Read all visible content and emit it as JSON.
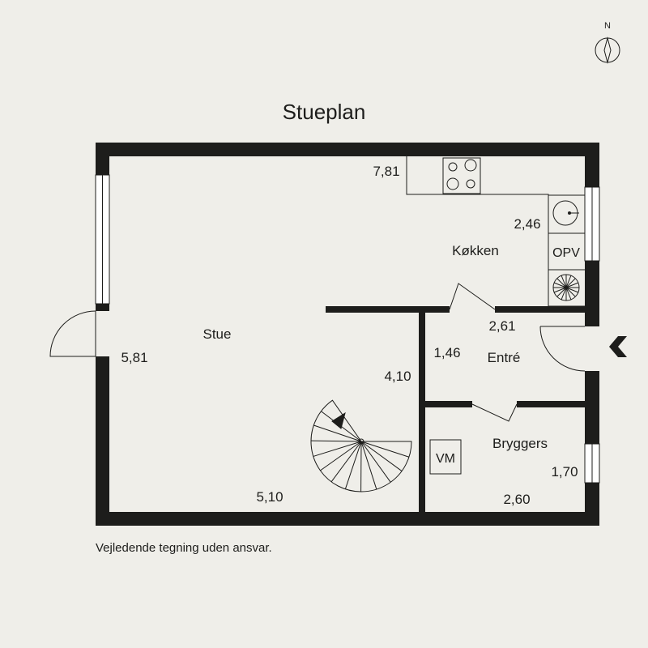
{
  "title": "Stueplan",
  "disclaimer": "Vejledende tegning uden ansvar.",
  "compass": {
    "north_label": "N",
    "icon": "compass-icon"
  },
  "rooms": {
    "stue": {
      "name": "Stue"
    },
    "kokken": {
      "name": "Køkken"
    },
    "entre": {
      "name": "Entré"
    },
    "bryggers": {
      "name": "Bryggers"
    }
  },
  "dimensions": {
    "d781": "7,81",
    "d246": "2,46",
    "d261": "2,61",
    "d146": "1,46",
    "d581": "5,81",
    "d410": "4,10",
    "d510": "5,10",
    "d170": "1,70",
    "d260": "2,60"
  },
  "fixtures": {
    "opv": "OPV",
    "vm": "VM"
  },
  "colors": {
    "wall": "#1d1d1b",
    "background": "#efeee9"
  }
}
